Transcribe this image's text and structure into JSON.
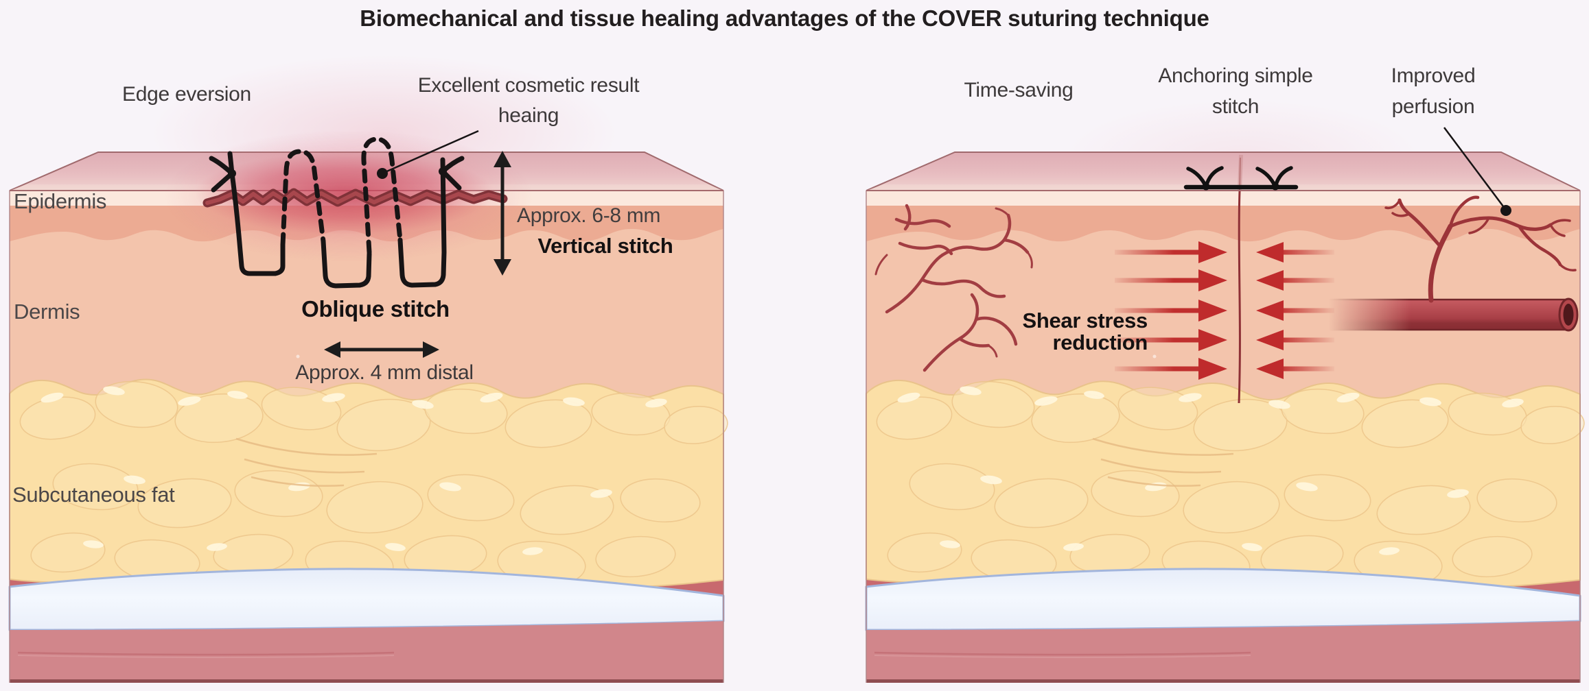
{
  "title": "Biomechanical and tissue healing advantages of the COVER suturing technique",
  "left_panel": {
    "labels": {
      "edge_eversion": "Edge eversion",
      "cosmetic_result_line1": "Excellent cosmetic result",
      "cosmetic_result_line2": "heaing",
      "depth_measure": "Approx. 6-8 mm",
      "vertical_stitch": "Vertical stitch",
      "oblique_stitch": "Oblique stitch",
      "distal_measure": "Approx. 4 mm distal"
    },
    "layers": {
      "epidermis": "Epidermis",
      "dermis": "Dermis",
      "subcutaneous_fat": "Subcutaneous fat"
    }
  },
  "right_panel": {
    "labels": {
      "time_saving": "Time-saving",
      "anchoring_line1": "Anchoring simple",
      "anchoring_line2": "stitch",
      "improved_line1": "Improved",
      "improved_line2": "perfusion",
      "shear_line1": "Shear stress",
      "shear_line2": "reduction"
    }
  },
  "colors": {
    "background": "#f8f4f9",
    "skin_top_face": "#e3b5ba",
    "epidermis_pale": "#fbe8dd",
    "epidermis": "#ecab93",
    "dermis": "#f3c4ac",
    "subcutaneous_fat": "#fbdfa6",
    "fascia": "#eef3fb",
    "muscle": "#d1868b",
    "wound": "#8a3338",
    "inflammation_glow": "#ce4257",
    "vessel": "#9c3439",
    "stress_arrow": "#c02f2e",
    "suture_thread": "#171415"
  }
}
